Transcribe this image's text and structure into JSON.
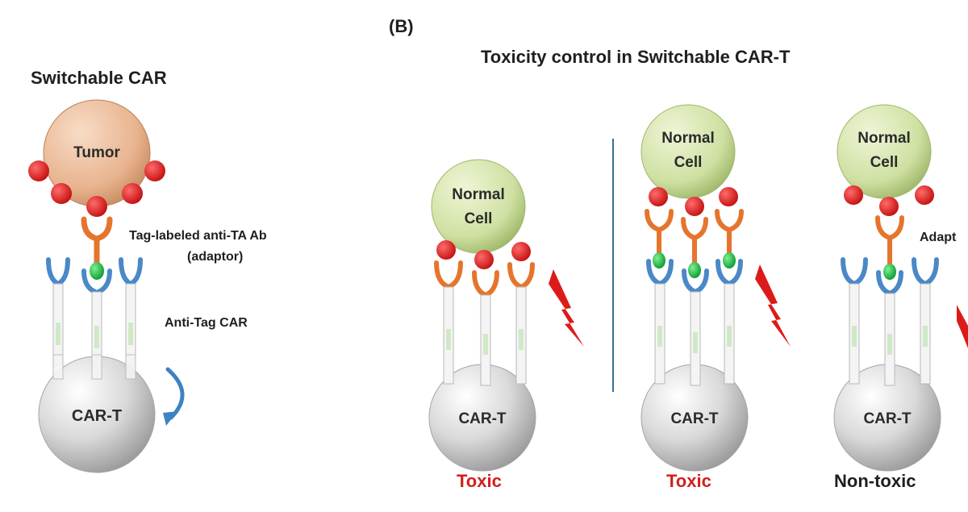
{
  "panel_a": {
    "title": "Switchable CAR",
    "tumor_label": "Tumor",
    "adaptor_label_line1": "Tag-labeled anti-TA Ab",
    "adaptor_label_line2": "(adaptor)",
    "car_label": "Anti-Tag CAR",
    "tcell_label": "CAR-T"
  },
  "panel_b": {
    "panel_letter": "(B)",
    "title": "Toxicity control in Switchable CAR-T",
    "scenarios": [
      {
        "cell_line1": "Normal",
        "cell_line2": "Cell",
        "tcell_label": "CAR-T",
        "outcome": "Toxic"
      },
      {
        "cell_line1": "Normal",
        "cell_line2": "Cell",
        "tcell_label": "CAR-T",
        "outcome": "Toxic"
      },
      {
        "cell_line1": "Normal",
        "cell_line2": "Cell",
        "tcell_label": "CAR-T",
        "outcome": "Non-toxic",
        "side_label": "Adapt"
      }
    ]
  },
  "colors": {
    "tumor": "#e8b48f",
    "normal_cell": "#cfe0a2",
    "antigen": "#dd1a1a",
    "adaptor": "#e5752d",
    "car": "#4a88c8",
    "tag": "#18b040",
    "tcell": "#cccccc",
    "toxic_text": "#d0201c",
    "divider": "#3a6f94"
  }
}
